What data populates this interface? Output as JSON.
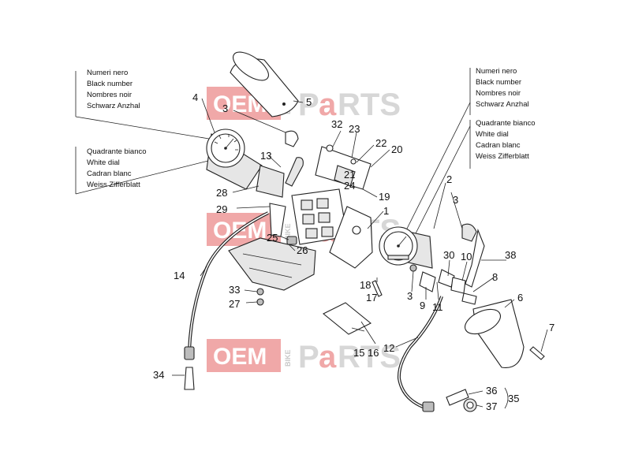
{
  "notes": {
    "left_top": [
      "Numeri nero",
      "Black number",
      "Nombres noir",
      "Schwarz Anzhal"
    ],
    "left_bottom": [
      "Quadrante bianco",
      "White dial",
      "Cadran blanc",
      "Weiss Zifferblatt"
    ],
    "right_top": [
      "Numeri nero",
      "Black number",
      "Nombres noir",
      "Schwarz Anzhal"
    ],
    "right_bottom": [
      "Quadrante bianco",
      "White dial",
      "Cadran blanc",
      "Weiss Zifferblatt"
    ]
  },
  "watermark": {
    "oem": "OEM",
    "bike": "BIKE",
    "p": "P",
    "a": "a",
    "rts": "RTS"
  },
  "callouts": {
    "c1": "1",
    "c2": "2",
    "c3a": "3",
    "c3b": "3",
    "c3c": "3",
    "c4": "4",
    "c5": "5",
    "c6": "6",
    "c7": "7",
    "c8": "8",
    "c9": "9",
    "c10": "10",
    "c11": "11",
    "c12": "12",
    "c13": "13",
    "c14": "14",
    "c15": "15",
    "c16": "16",
    "c17": "17",
    "c18": "18",
    "c19": "19",
    "c20": "20",
    "c21": "21",
    "c22": "22",
    "c23": "23",
    "c24": "24",
    "c25": "25",
    "c26": "26",
    "c27": "27",
    "c28": "28",
    "c29": "29",
    "c30": "30",
    "c32": "32",
    "c33": "33",
    "c34": "34",
    "c35": "35",
    "c36": "36",
    "c37": "37",
    "c38": "38"
  }
}
